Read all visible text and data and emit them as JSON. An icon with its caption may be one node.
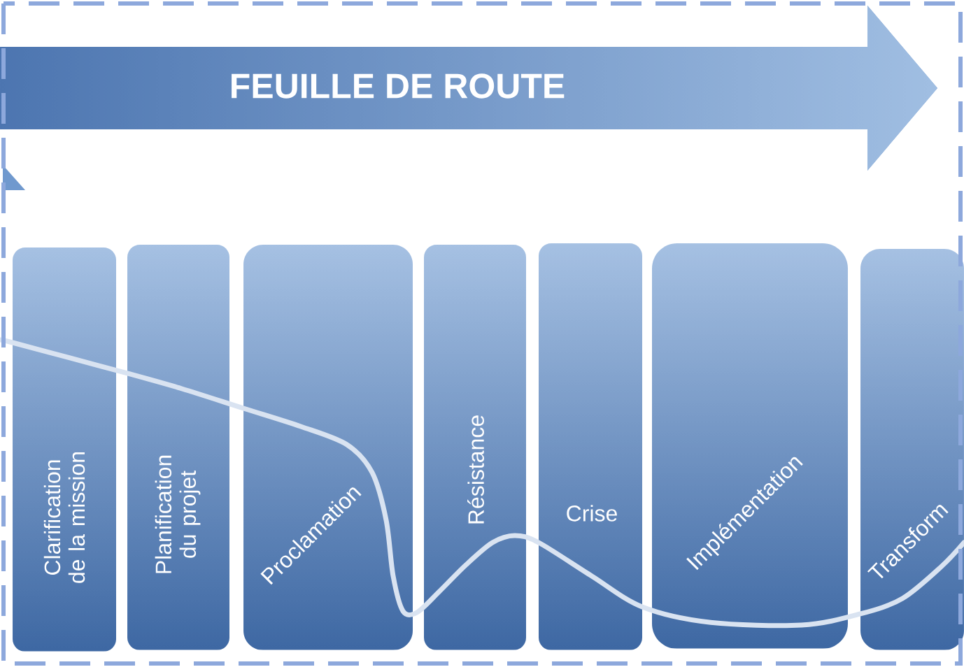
{
  "diagram": {
    "nodes": [
      {
        "text": [
          "FEUILLE DE ROUTE"
        ]
      },
      {
        "text": [
          "Clarification de la mission"
        ]
      },
      {
        "text": [
          "Planification du projet"
        ]
      },
      {
        "text": [
          "Proclamation"
        ]
      },
      {
        "text": [
          "Résistance"
        ]
      },
      {
        "text": [
          "Crise"
        ]
      },
      {
        "text": [
          "Implémentation"
        ]
      },
      {
        "text": [
          "Transform"
        ]
      }
    ]
  }
}
